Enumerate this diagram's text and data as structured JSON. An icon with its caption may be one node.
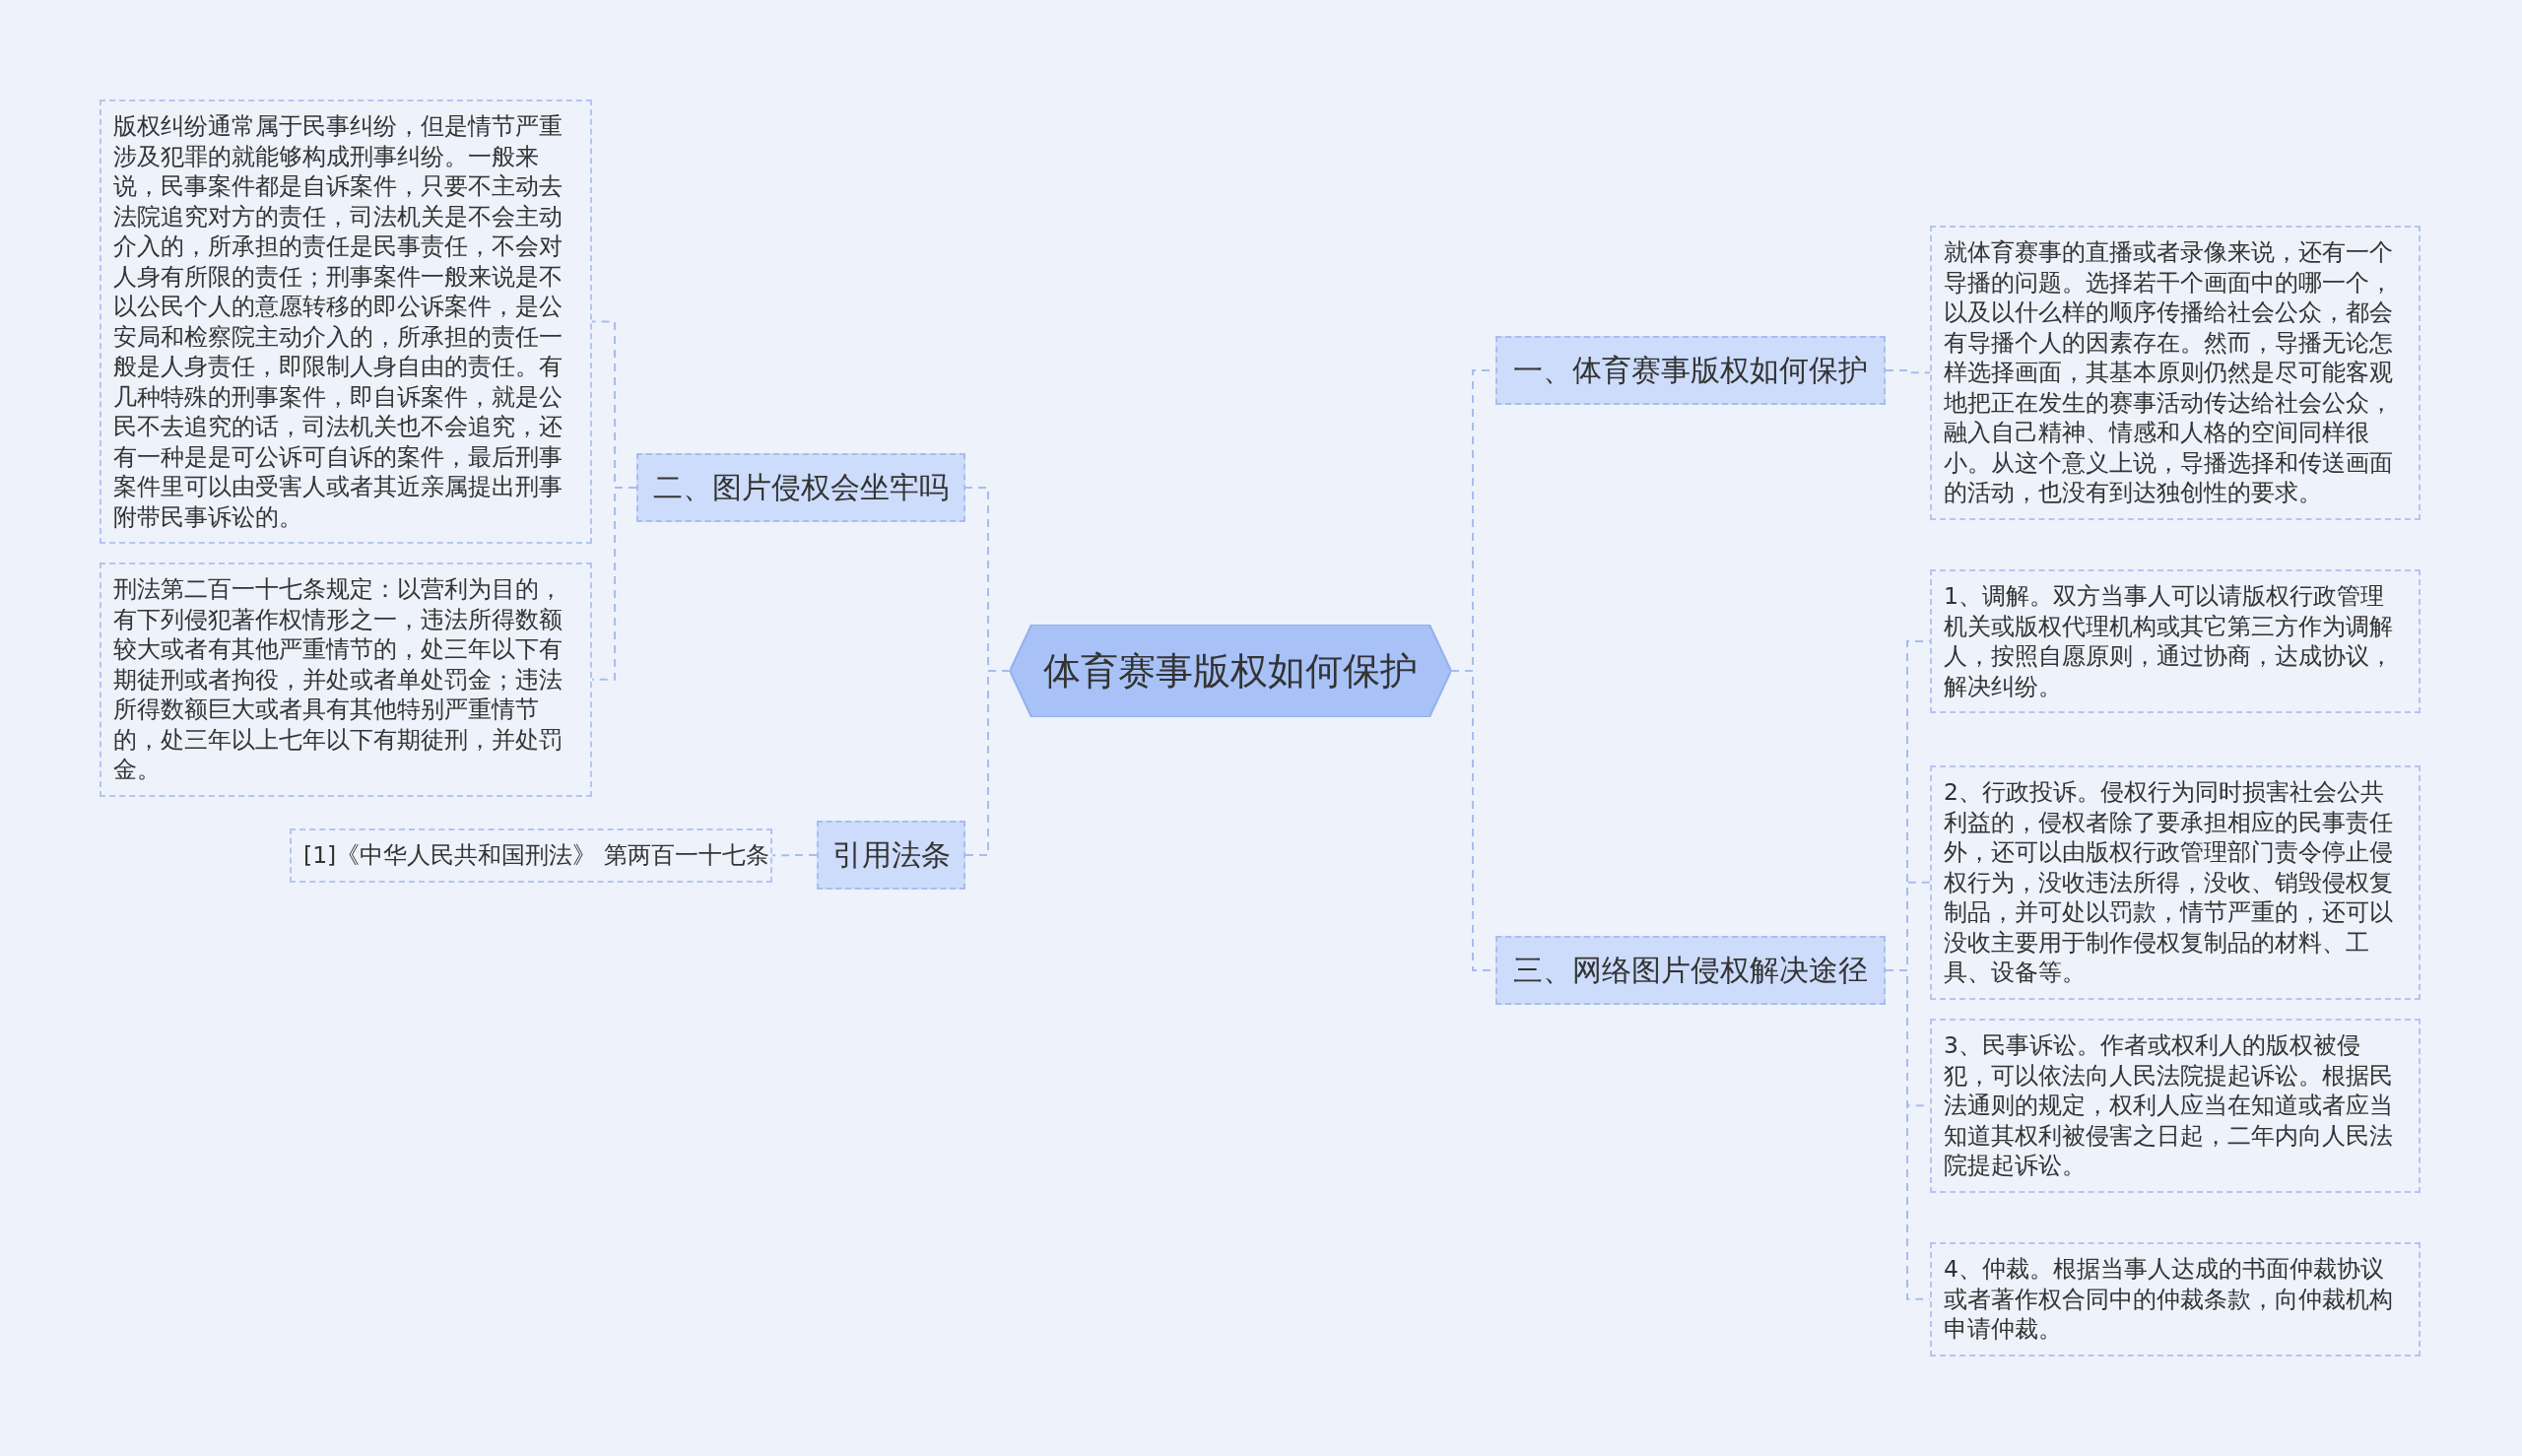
{
  "diagram": {
    "nodes": [
      {
        "text": [
          "体育赛事版权如何保护"
        ]
      },
      {
        "text": [
          "一、体育赛事版权如何保护"
        ]
      },
      {
        "text": [
          "就体育赛事的直播或者录像来说，还有一个导播的问题。选择若干个画面中的哪一个，以及以什么样的顺序传播给社会公众，都会有导播个人的因素存在。然而，导播无论怎样选择画面，其基本原则仍然是尽可能客观地把正在发生的赛事活动传达给社会公众，融入自己精神、情感和人格的空间同样很小。从这个意义上说，导播选择和传送画面的活动，也没有到达独创性的要求。"
        ]
      },
      {
        "text": [
          "三、网络图片侵权解决途径"
        ]
      },
      {
        "text": [
          "1、调解。双方当事人可以请版权行政管理机关或版权代理机构或其它第三方作为调解人，按照自愿原则，通过协商，达成协议，解决纠纷。"
        ]
      },
      {
        "text": [
          "2、行政投诉。侵权行为同时损害社会公共利益的，侵权者除了要承担相应的民事责任外，还可以由版权行政管理部门责令停止侵权行为，没收违法所得，没收、销毁侵权复制品，并可处以罚款，情节严重的，还可以没收主要用于制作侵权复制品的材料、工具、设备等。"
        ]
      },
      {
        "text": [
          "3、民事诉讼。作者或权利人的版权被侵犯，可以依法向人民法院提起诉讼。根据民法通则的规定，权利人应当在知道或者应当知道其权利被侵害之日起，二年内向人民法院提起诉讼。"
        ]
      },
      {
        "text": [
          "4、仲裁。根据当事人达成的书面仲裁协议或者著作权合同中的仲裁条款，向仲裁机构申请仲裁。"
        ]
      },
      {
        "text": [
          "二、图片侵权会坐牢吗"
        ]
      },
      {
        "text": [
          "版权纠纷通常属于民事纠纷，但是情节严重涉及犯罪的就能够构成刑事纠纷。一般来说，民事案件都是自诉案件，只要不主动去法院追究对方的责任，司法机关是不会主动介入的，所承担的责任是民事责任，不会对人身有所限的责任；刑事案件一般来说是不以公民个人的意愿转移的即公诉案件，是公安局和检察院主动介入的，所承担的责任一般是人身责任，即限制人身自由的责任。有几种特殊的刑事案件，即自诉案件，就是公民不去追究的话，司法机关也不会追究，还有一种是是可公诉可自诉的案件，最后刑事案件里可以由受害人或者其近亲属提出刑事附带民事诉讼的。"
        ]
      },
      {
        "text": [
          "刑法第二百一十七条规定：以营利为目的，有下列侵犯著作权情形之一，违法所得数额较大或者有其他严重情节的，处三年以下有期徒刑或者拘役，并处或者单处罚金；违法所得数额巨大或者具有其他特别严重情节的，处三年以上七年以下有期徒刑，并处罚金。"
        ]
      },
      {
        "text": [
          "引用法条"
        ]
      },
      {
        "text": [
          "[1]《中华人民共和国刑法》 第两百一十七条"
        ]
      }
    ],
    "edges": [
      {
        "from": 0,
        "to": 1,
        "arrow": "none"
      },
      {
        "from": 1,
        "to": 2,
        "arrow": "none"
      },
      {
        "from": 0,
        "to": 3,
        "arrow": "none"
      },
      {
        "from": 3,
        "to": 4,
        "arrow": "none"
      },
      {
        "from": 3,
        "to": 5,
        "arrow": "none"
      },
      {
        "from": 3,
        "to": 6,
        "arrow": "none"
      },
      {
        "from": 3,
        "to": 7,
        "arrow": "none"
      },
      {
        "from": 0,
        "to": 8,
        "arrow": "none"
      },
      {
        "from": 8,
        "to": 9,
        "arrow": "none"
      },
      {
        "from": 8,
        "to": 10,
        "arrow": "none"
      },
      {
        "from": 0,
        "to": 11,
        "arrow": "none"
      },
      {
        "from": 11,
        "to": 12,
        "arrow": "none"
      }
    ]
  }
}
